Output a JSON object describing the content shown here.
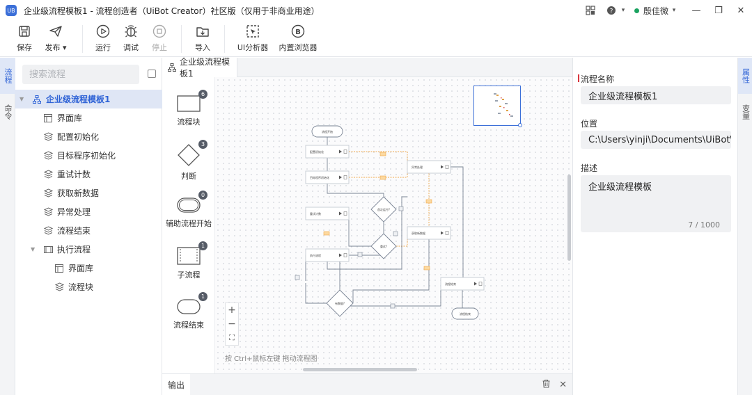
{
  "window": {
    "app_icon_text": "UB",
    "title": "企业级流程模板1 - 流程创造者（UiBot Creator）社区版（仅用于非商业用途）",
    "user_name": "殷佳微",
    "user_status_color": "#1aa260"
  },
  "toolbar": {
    "save": "保存",
    "publish": "发布",
    "run": "运行",
    "debug": "调试",
    "stop": "停止",
    "import": "导入",
    "ui_analyzer": "UI分析器",
    "browser": "内置浏览器"
  },
  "left_tabs": [
    "流程",
    "命令"
  ],
  "right_tabs": [
    "属性",
    "变量"
  ],
  "search": {
    "placeholder": "搜索流程"
  },
  "tree": [
    {
      "label": "企业级流程模板1",
      "icon": "flow-icon",
      "selected": true,
      "has_caret": true
    },
    {
      "label": "界面库",
      "icon": "ui-library-icon"
    },
    {
      "label": "配置初始化",
      "icon": "block-icon"
    },
    {
      "label": "目标程序初始化",
      "icon": "block-icon"
    },
    {
      "label": "重试计数",
      "icon": "block-icon"
    },
    {
      "label": "获取新数据",
      "icon": "block-icon"
    },
    {
      "label": "异常处理",
      "icon": "block-icon"
    },
    {
      "label": "流程结束",
      "icon": "block-icon"
    },
    {
      "label": "执行流程",
      "icon": "subflow-icon",
      "has_caret": true
    },
    {
      "label": "界面库",
      "icon": "ui-library-icon"
    },
    {
      "label": "流程块",
      "icon": "block-icon"
    }
  ],
  "doc_tab": {
    "label": "企业级流程模板1"
  },
  "palette": [
    {
      "label": "流程块",
      "count": "6",
      "shape": "rect"
    },
    {
      "label": "判断",
      "count": "3",
      "shape": "diamond"
    },
    {
      "label": "辅助流程开始",
      "count": "0",
      "shape": "pill"
    },
    {
      "label": "子流程",
      "count": "1",
      "shape": "subflow"
    },
    {
      "label": "流程结束",
      "count": "1",
      "shape": "pill-end"
    }
  ],
  "flow": {
    "nodes": [
      {
        "id": "start",
        "label": "流程开始",
        "kind": "pill"
      },
      {
        "id": "n1",
        "label": "配置初始化",
        "kind": "block"
      },
      {
        "id": "n2",
        "label": "目标程序初始化",
        "kind": "block"
      },
      {
        "id": "n3",
        "label": "异常处理",
        "kind": "block"
      },
      {
        "id": "d1",
        "label": "首次运行?",
        "kind": "diamond"
      },
      {
        "id": "n4",
        "label": "重试计数",
        "kind": "block"
      },
      {
        "id": "d2",
        "label": "重试?",
        "kind": "diamond"
      },
      {
        "id": "n5",
        "label": "获取新数据",
        "kind": "block"
      },
      {
        "id": "n6",
        "label": "执行流程",
        "kind": "block"
      },
      {
        "id": "d3",
        "label": "有数据?",
        "kind": "diamond"
      },
      {
        "id": "n7",
        "label": "流程结束",
        "kind": "block"
      },
      {
        "id": "end",
        "label": "流程结束",
        "kind": "pill"
      }
    ]
  },
  "canvas": {
    "hint": "按 Ctrl+鼠标左键 拖动流程图",
    "zoom_in": "+",
    "zoom_out": "−",
    "fit": "⛶"
  },
  "output": {
    "tab": "输出"
  },
  "properties": {
    "name_label": "流程名称",
    "name_value": "企业级流程模板1",
    "path_label": "位置",
    "path_value": "C:\\Users\\yinji\\Documents\\UiBot\\cr",
    "desc_label": "描述",
    "desc_value": "企业级流程模板",
    "desc_counter": "7 / 1000"
  }
}
